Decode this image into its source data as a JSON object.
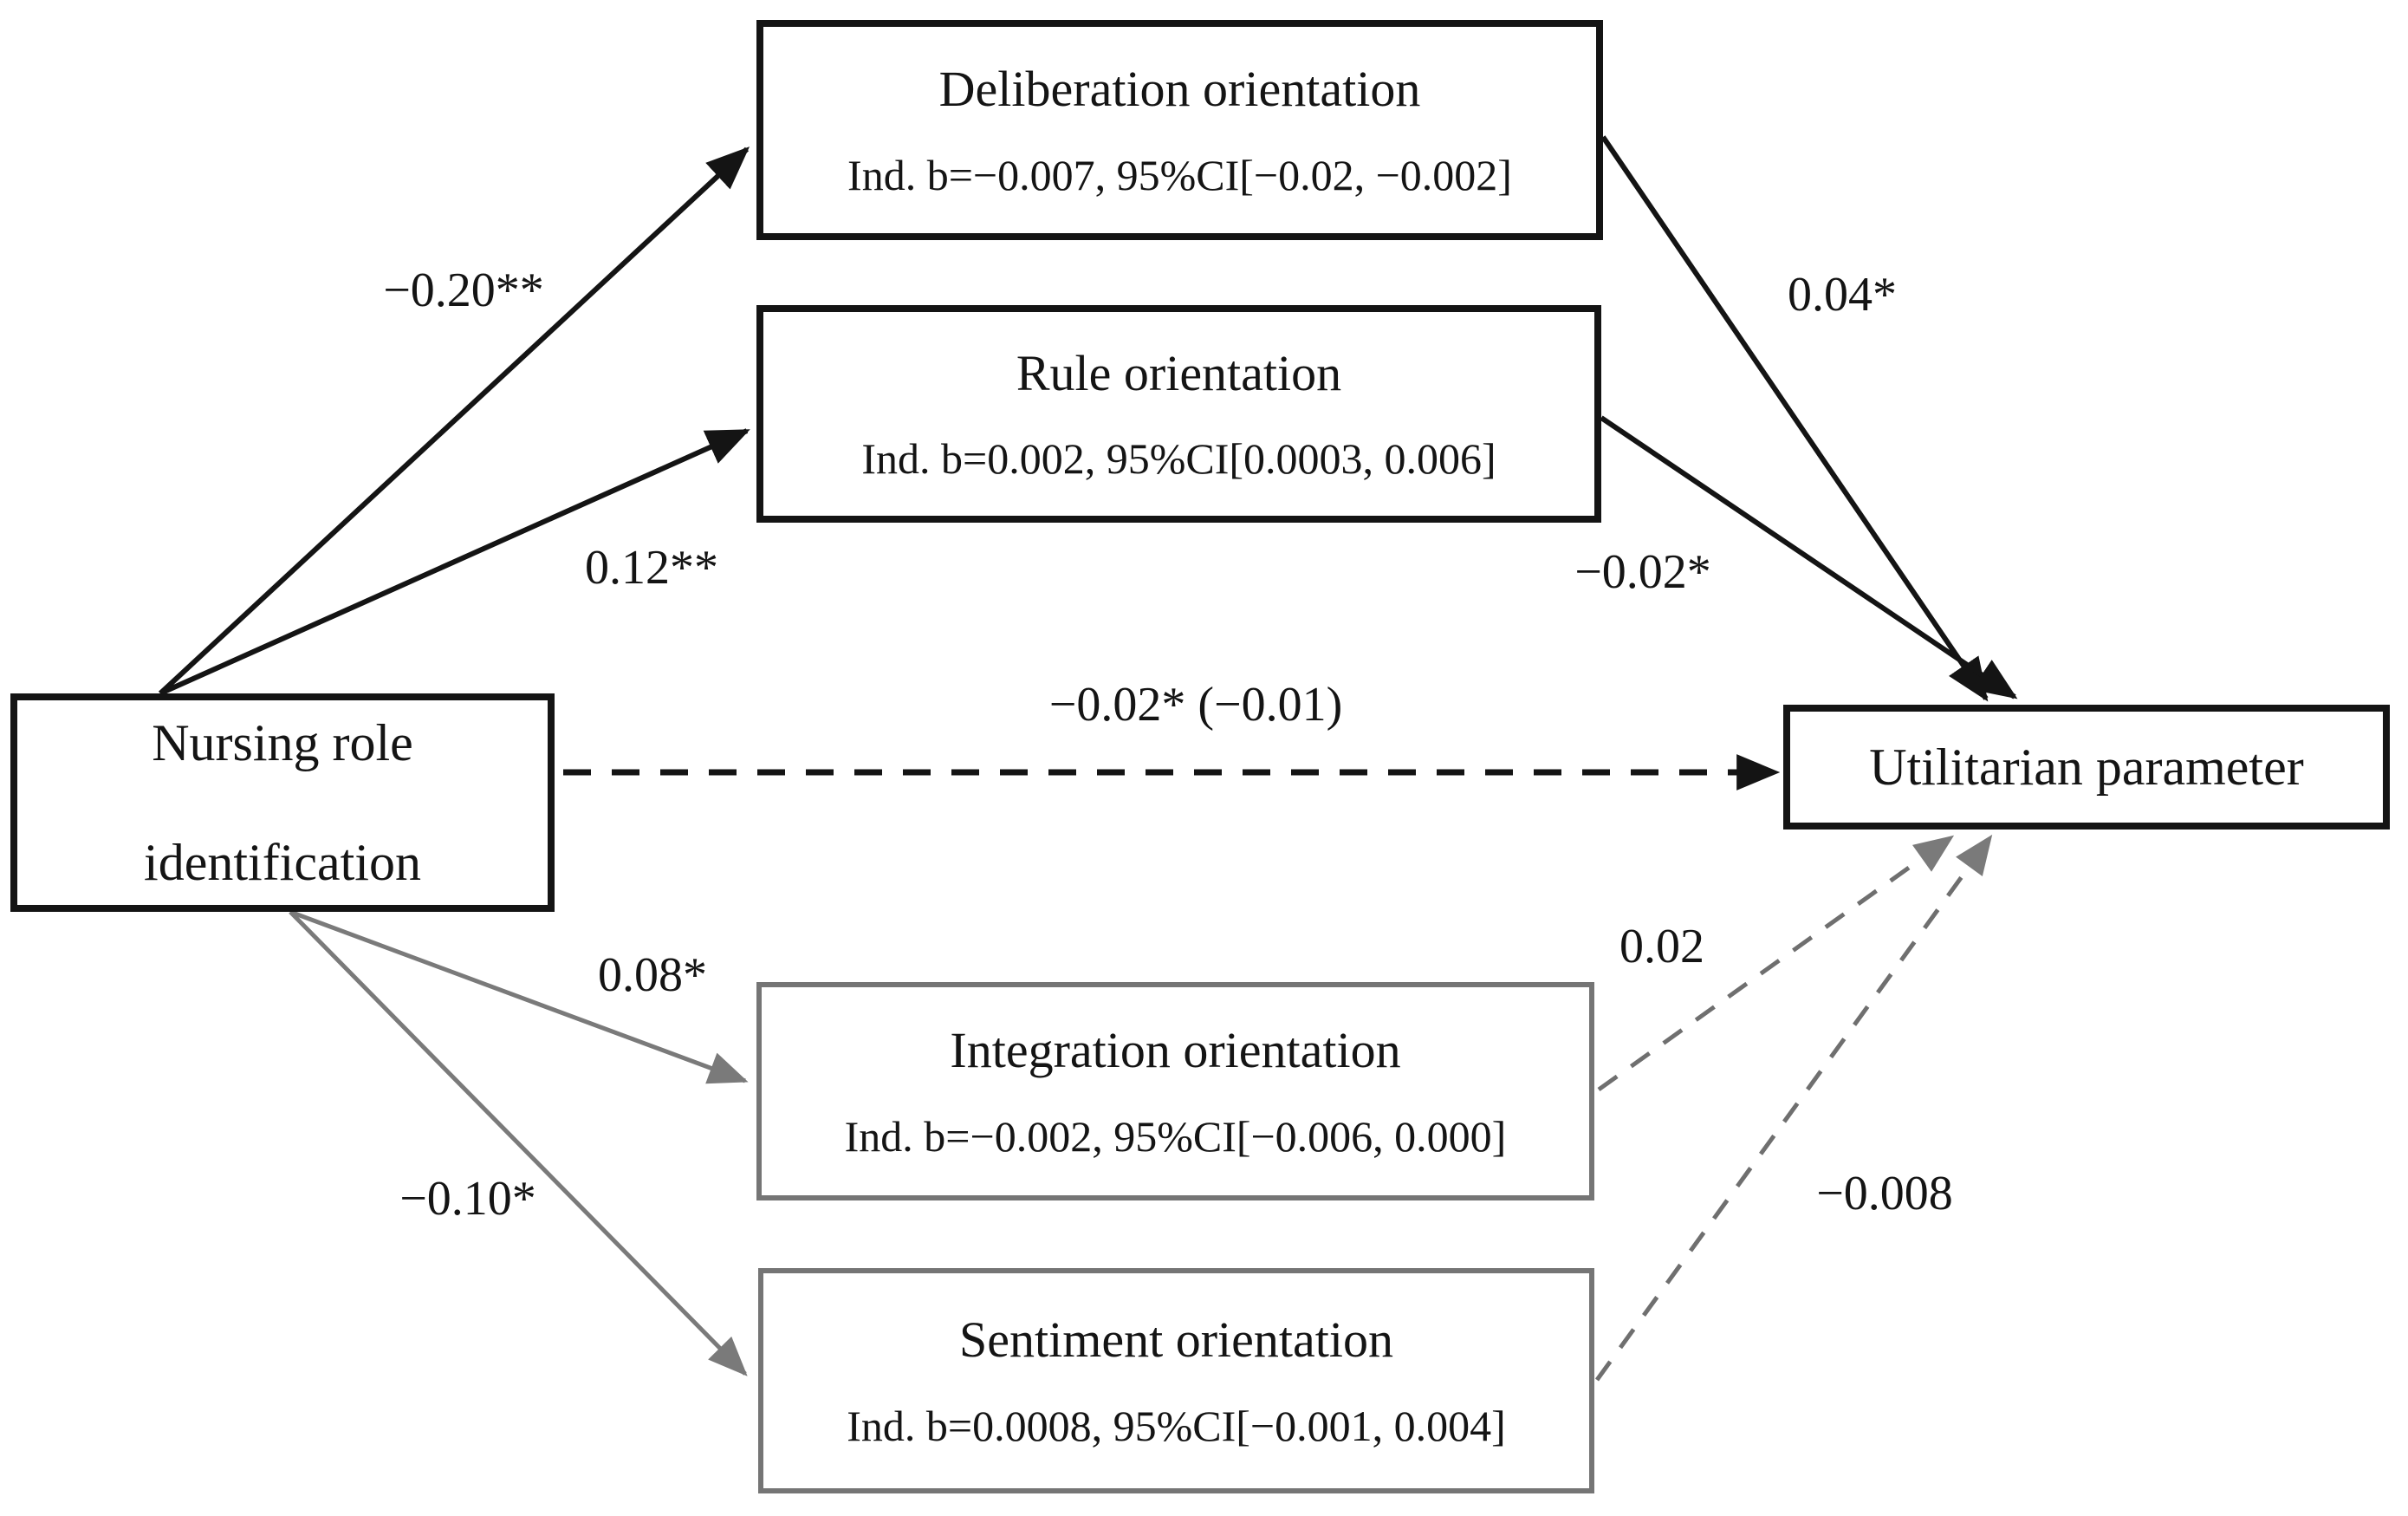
{
  "figure": {
    "background_color": "#ffffff",
    "primary_ink_color": "#141414",
    "secondary_gray_color": "#757575"
  },
  "nodes": {
    "nursing": {
      "line1": "Nursing role",
      "line2": "identification"
    },
    "deliberation": {
      "title": "Deliberation orientation",
      "stat": "Ind. b=−0.007, 95%CI[−0.02, −0.002]"
    },
    "rule": {
      "title": "Rule orientation",
      "stat": "Ind. b=0.002, 95%CI[0.0003, 0.006]"
    },
    "integration": {
      "title": "Integration orientation",
      "stat": "Ind. b=−0.002, 95%CI[−0.006, 0.000]"
    },
    "sentiment": {
      "title": "Sentiment orientation",
      "stat": "Ind. b=0.0008, 95%CI[−0.001, 0.004]"
    },
    "utilitarian": {
      "title": "Utilitarian parameter"
    }
  },
  "path_labels": {
    "nursing_to_deliberation": "−0.20**",
    "nursing_to_rule": "0.12**",
    "deliberation_to_utilitarian": "0.04*",
    "rule_to_utilitarian": "−0.02*",
    "direct_effect": "−0.02* (−0.01)",
    "nursing_to_integration": "0.08*",
    "nursing_to_sentiment": "−0.10*",
    "integration_to_utilitarian": "0.02",
    "sentiment_to_utilitarian": "−0.008"
  }
}
